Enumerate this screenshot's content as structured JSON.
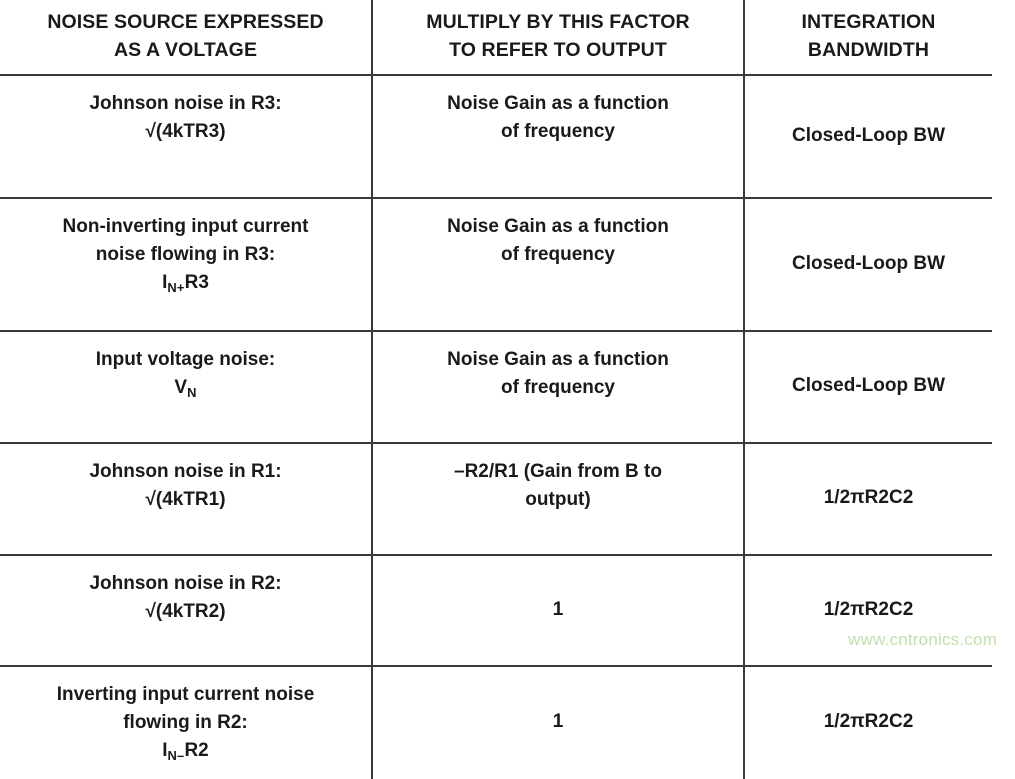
{
  "table": {
    "headers": [
      {
        "line1": "NOISE SOURCE EXPRESSED",
        "line2": "AS A VOLTAGE"
      },
      {
        "line1": "MULTIPLY BY THIS FACTOR",
        "line2": "TO REFER TO OUTPUT"
      },
      {
        "line1": "INTEGRATION",
        "line2": "BANDWIDTH"
      }
    ],
    "rows": [
      {
        "source_line1": "Johnson noise in R3:",
        "source_line2": "√(4kTR3)",
        "source_sub": "",
        "source_suffix": "",
        "factor_line1": "Noise Gain as a function",
        "factor_line2": "of frequency",
        "bandwidth": "Closed-Loop BW"
      },
      {
        "source_line1": "Non-inverting input current",
        "source_line2": "noise flowing in R3:",
        "source_line3_pre": "I",
        "source_sub": "N+",
        "source_suffix": "R3",
        "factor_line1": "Noise Gain as a function",
        "factor_line2": "of frequency",
        "bandwidth": "Closed-Loop BW"
      },
      {
        "source_line1": "Input voltage noise:",
        "source_line3_pre": "V",
        "source_sub": "N",
        "source_suffix": "",
        "factor_line1": "Noise Gain as a function",
        "factor_line2": "of frequency",
        "bandwidth": "Closed-Loop BW"
      },
      {
        "source_line1": "Johnson noise in R1:",
        "source_line2": "√(4kTR1)",
        "factor_line1": "–R2/R1 (Gain from B to",
        "factor_line2": "output)",
        "bandwidth": "1/2πR2C2"
      },
      {
        "source_line1": "Johnson noise in R2:",
        "source_line2": "√(4kTR2)",
        "factor_line1": "1",
        "factor_line2": "",
        "bandwidth": "1/2πR2C2"
      },
      {
        "source_line1": "Inverting input current noise",
        "source_line2": "flowing in R2:",
        "source_line3_pre": "I",
        "source_sub": "N–",
        "source_suffix": "R2",
        "factor_line1": "1",
        "factor_line2": "",
        "bandwidth": "1/2πR2C2"
      }
    ]
  },
  "watermark": {
    "text": "www.cntronics.com",
    "color": "#c3dfae"
  }
}
